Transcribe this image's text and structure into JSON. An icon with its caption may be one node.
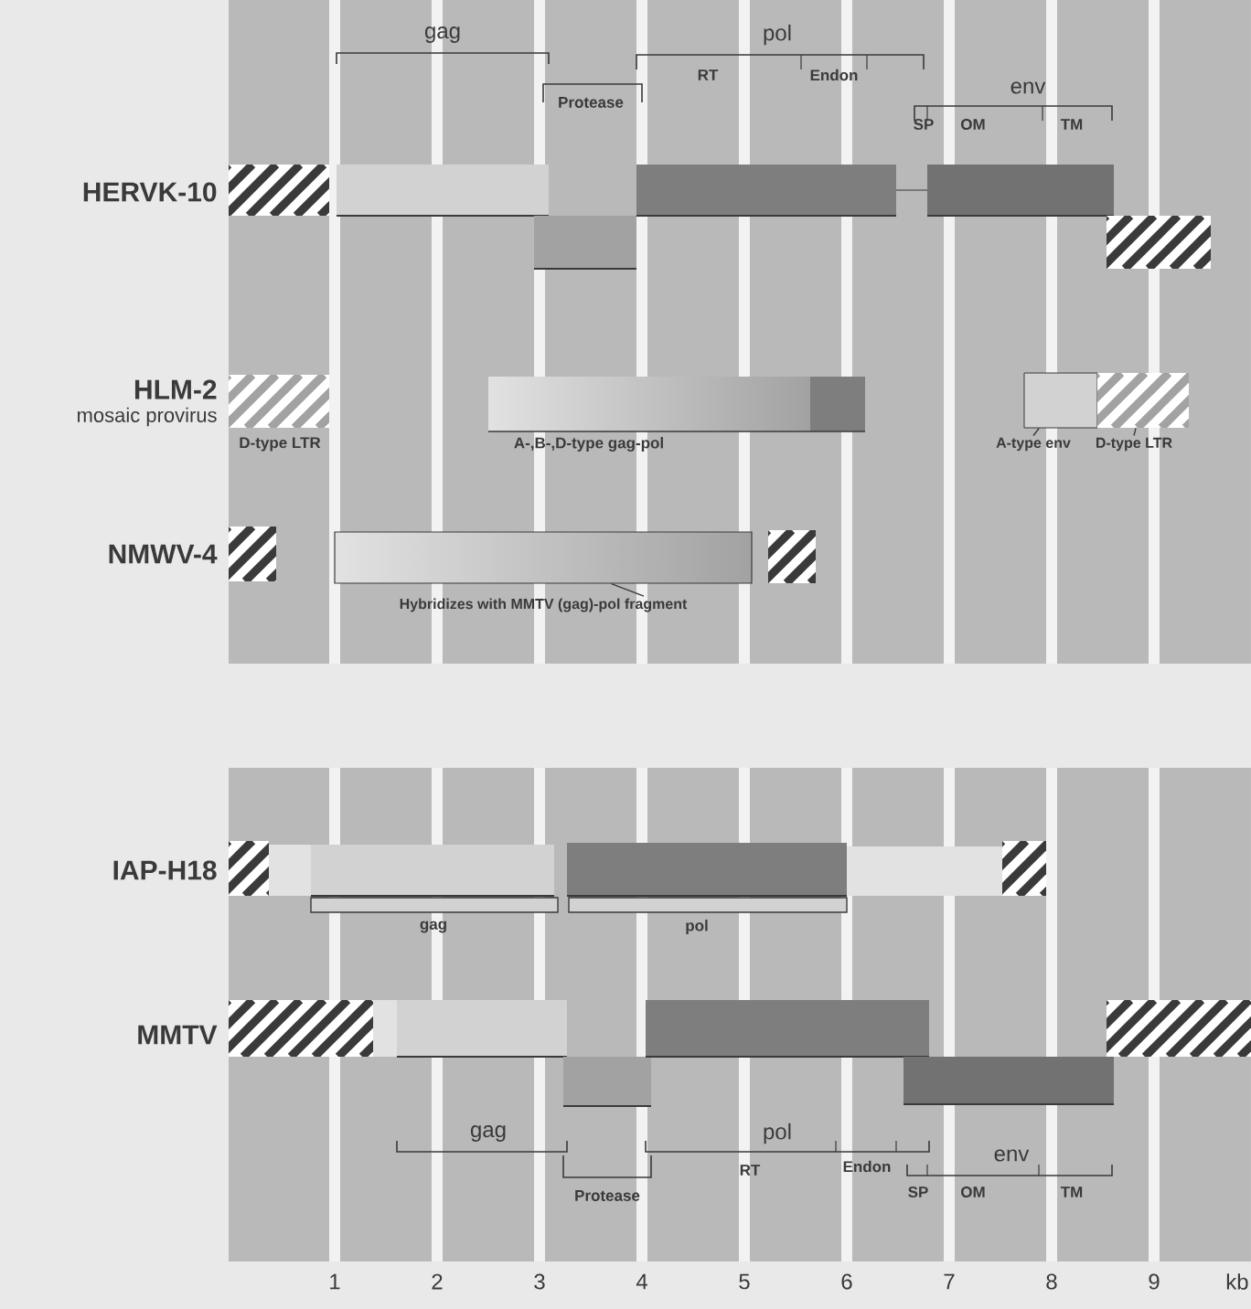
{
  "diagram": {
    "nodes": [
      {
        "text": [
          "A-type env"
        ]
      },
      {
        "text": [
          "D-type LTR"
        ]
      },
      {
        "text": [
          "Hybridizes with MMTV (gag)-pol fragment"
        ]
      },
      {
        "text": [],
        "shape": "bar"
      },
      {
        "text": [],
        "shape": "bar"
      },
      {
        "text": [],
        "shape": "bar"
      }
    ],
    "edges": [
      {
        "from": 0,
        "to": 3,
        "arrow": "none"
      },
      {
        "from": 1,
        "to": 4,
        "arrow": "none"
      },
      {
        "from": 2,
        "to": 5,
        "arrow": "none"
      }
    ],
    "labels": [
      "gag",
      "pol",
      "Protease",
      "RT",
      "Endon",
      "env",
      "SP",
      "OM",
      "TM",
      "HERVK-10",
      "HLM-2",
      "mosaic provirus",
      "D-type LTR",
      "A-,B-,D-type gag-pol",
      "NMWV-4",
      "IAP-H18",
      "gag",
      "pol",
      "MMTV",
      "gag",
      "pol",
      "Endon",
      "env",
      "Protease",
      "RT",
      "SP",
      "OM",
      "TM",
      "1",
      "2",
      "3",
      "4",
      "5",
      "6",
      "7",
      "8",
      "9",
      "kb"
    ]
  }
}
